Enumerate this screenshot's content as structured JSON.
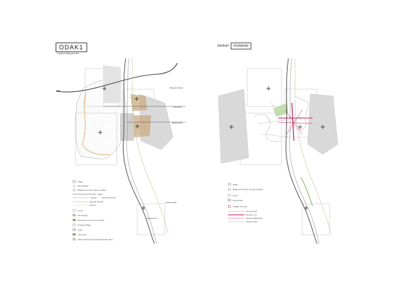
{
  "left_panel": {
    "title": "ODAK1",
    "subtitle": "Gaziemir/Beyazevler",
    "road_labels": [
      "Akhaya Emraz",
      "Kuzi Emir",
      "Beyazevler"
    ],
    "bottom_label_1": "Gaziq Kaalu",
    "bottom_label_2": "Beyazevler",
    "legend": [
      "Odak",
      "Alt Sokaklar",
      "Bölgesel Sınırlar Komşu Adalar",
      "Metro",
      "Altyapı",
      "Kentsel Sınırlar",
      "Argesel Sınırlar",
      "Gözlem",
      "Konut",
      "Oto Sanayi",
      "Beyazevler Konut Kooperatifi",
      "Ümitlerh Bölge",
      "Arazi",
      "Yeşil Alan",
      "Akhaya Emraz Kentsel Dönüşüm Alanı"
    ]
  },
  "right_panel": {
    "title_prefix": "kentsel",
    "title_boxed": "müdahale",
    "legend": [
      "Odak",
      "Bölgesel Sınırlar / Kentsel Adalar",
      "Arazi",
      "Beyazevler",
      "Odağın Sınırları",
      "yürüyüş aksı",
      "toplayıcı yol",
      "kentsel bağlantılar",
      "dolaşım aksı"
    ]
  },
  "colors": {
    "accent": "#c2185b",
    "tan": "#c9a97f",
    "grey_fill": "#d9d9d9",
    "green": "#8fbf6a"
  }
}
